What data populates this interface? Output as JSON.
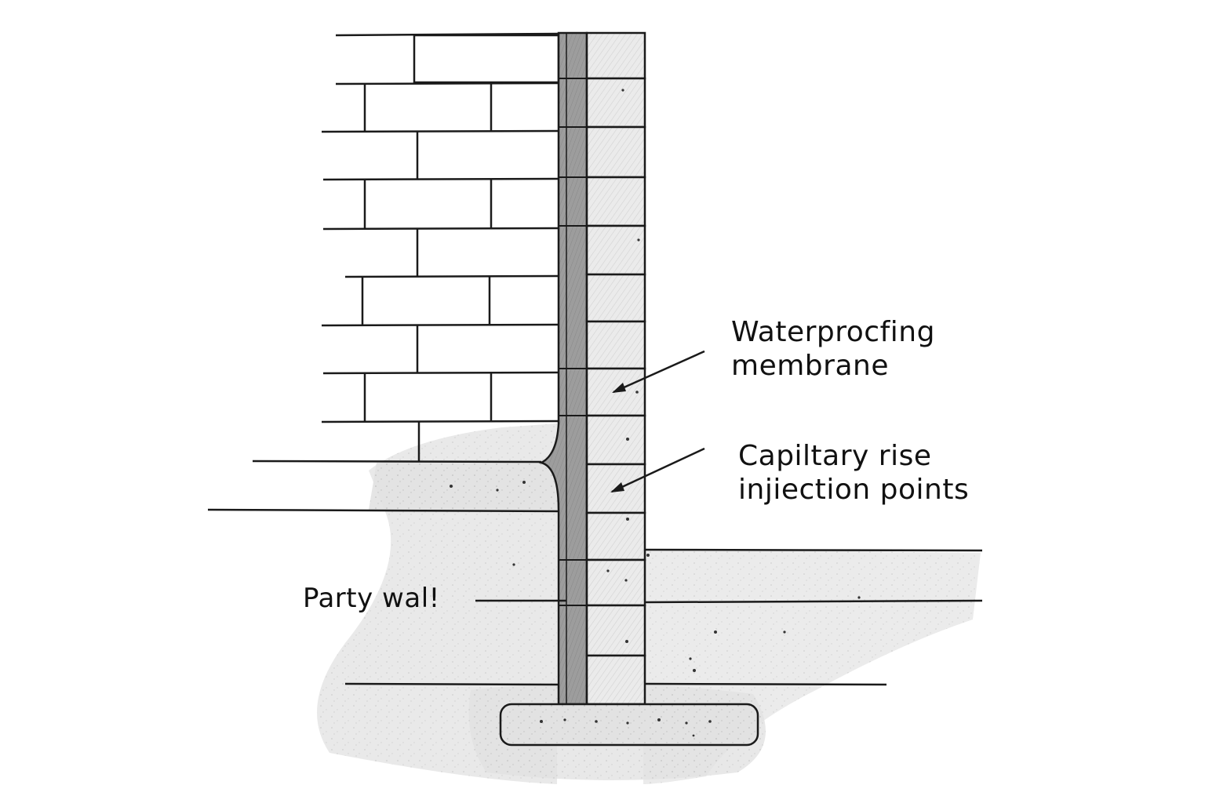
{
  "labels": {
    "membrane": {
      "line1": "Waterprocfing",
      "line2": "membrane"
    },
    "capillary": {
      "line1": "Capiltary rise",
      "line2": "injiection points"
    },
    "party_wall": "Party wal!"
  },
  "colors": {
    "ink": "#1a1a1a",
    "membrane_fill": "#9a9a9a",
    "block_fill": "#e6e6e6",
    "soil_fill": "#dcdcdc",
    "brick_fill": "#ffffff"
  }
}
